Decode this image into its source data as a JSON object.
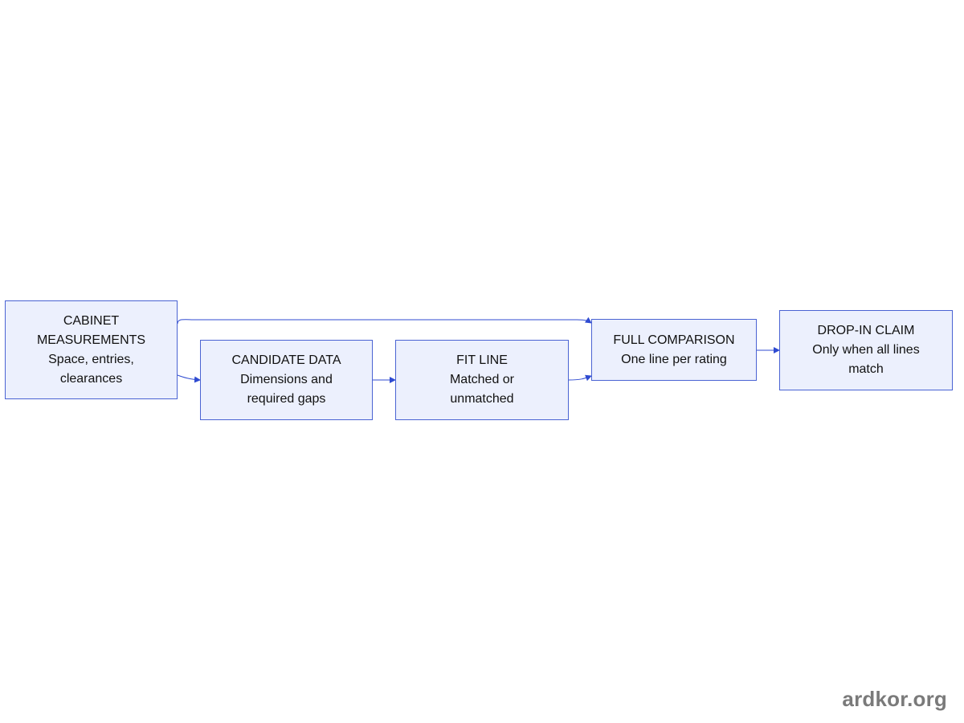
{
  "diagram": {
    "nodes": {
      "cabinet": {
        "lines": [
          "CABINET",
          "MEASUREMENTS",
          "Space, entries,",
          "clearances"
        ]
      },
      "candidate": {
        "lines": [
          "CANDIDATE DATA",
          "Dimensions and",
          "required gaps"
        ]
      },
      "fit": {
        "lines": [
          "FIT LINE",
          "Matched or",
          "unmatched"
        ]
      },
      "full": {
        "lines": [
          "FULL COMPARISON",
          "One line per rating"
        ]
      },
      "dropin": {
        "lines": [
          "DROP-IN CLAIM",
          "Only when all lines",
          "match"
        ]
      }
    },
    "edges": [
      {
        "from": "cabinet",
        "to": "full"
      },
      {
        "from": "cabinet",
        "to": "candidate"
      },
      {
        "from": "candidate",
        "to": "fit"
      },
      {
        "from": "fit",
        "to": "full"
      },
      {
        "from": "full",
        "to": "dropin"
      }
    ],
    "colors": {
      "node_fill": "#ecf0fd",
      "node_border": "#4a63d3",
      "edge": "#2f4bd1",
      "text": "#111111"
    }
  },
  "watermark": {
    "text": "ardkor.org"
  }
}
